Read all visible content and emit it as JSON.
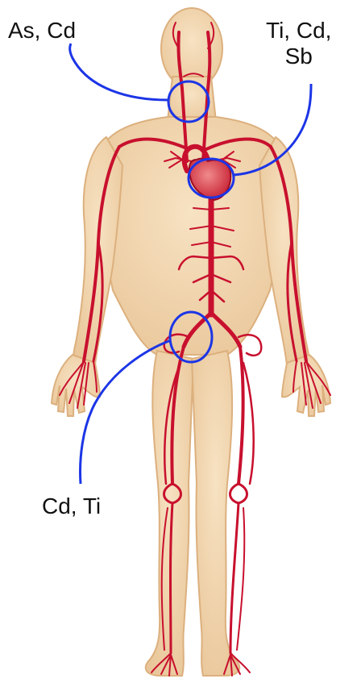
{
  "colors": {
    "skin": "#f2d6ad",
    "skin_edge": "#e2b98a",
    "artery": "#c8102e",
    "artery_dark": "#9b0c22",
    "heart": "#d43a48",
    "callout": "#1c35e6",
    "text": "#111111"
  },
  "annotations": [
    {
      "id": "neck",
      "text": "As, Cd"
    },
    {
      "id": "heart",
      "line1": "Ti, Cd,",
      "line2": "Sb"
    },
    {
      "id": "pelvis",
      "text": "Cd, Ti"
    }
  ]
}
